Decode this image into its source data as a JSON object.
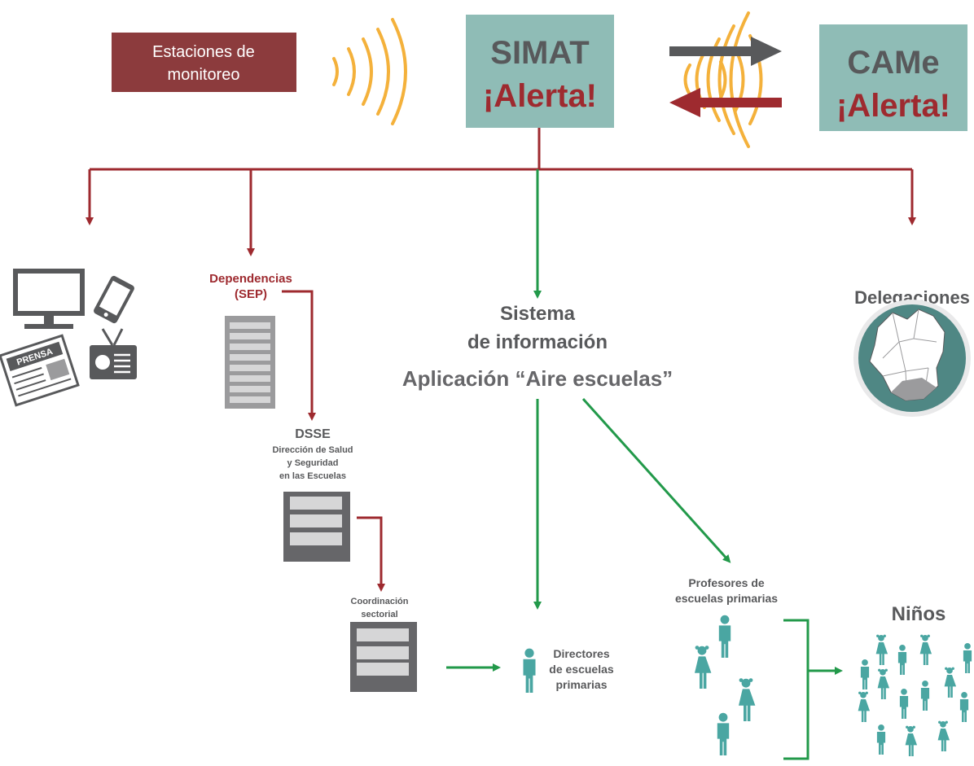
{
  "sources": {
    "stations": "Estaciones de monitoreo",
    "stations_line1": "Estaciones de",
    "stations_line2": "monitoreo"
  },
  "simat": {
    "title": "SIMAT",
    "alert": "¡Alerta!"
  },
  "came": {
    "title": "CAMe",
    "alert": "¡Alerta!"
  },
  "media": {
    "newspaper_label": "PRENSA"
  },
  "dependencias": {
    "line1": "Dependencias",
    "line2": "(SEP)"
  },
  "dsse": {
    "title": "DSSE",
    "line1": "Dirección de Salud",
    "line2": "y Seguridad",
    "line3": "en las Escuelas"
  },
  "coordinacion": {
    "line1": "Coordinación",
    "line2": "sectorial"
  },
  "sistema": {
    "line1": "Sistema",
    "line2": "de información",
    "app": "Aplicación “Aire escuelas”"
  },
  "delegaciones": {
    "title": "Delegaciones"
  },
  "directores": {
    "line1": "Directores",
    "line2": "de escuelas",
    "line3": "primarias"
  },
  "profesores": {
    "line1": "Profesores de",
    "line2": "escuelas primarias"
  },
  "ninos": {
    "title": "Niños"
  },
  "colors": {
    "red": "#9e2a2f",
    "green": "#22994a",
    "teal_box": "#8fbcb6",
    "teal_person": "#4aa6a2",
    "maroon_box": "#8c3b3d",
    "grey_dark": "#666669",
    "grey_light": "#9b9b9d",
    "orange": "#f4b13b"
  }
}
